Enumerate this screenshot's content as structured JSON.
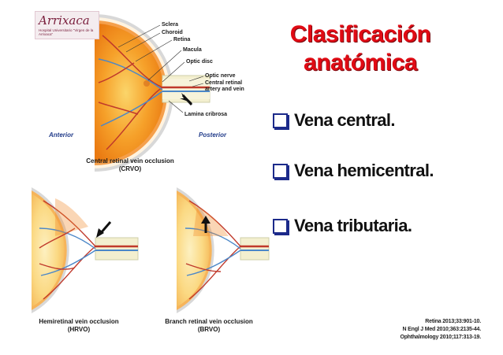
{
  "logo": {
    "script": "Arrixaca",
    "subtitle": "Hospital Universitario \"Virgen de la Arrixaca\""
  },
  "title": "Clasificación anatómica",
  "bullets": [
    "Vena central.",
    "Vena hemicentral.",
    "Vena tributaria."
  ],
  "references": [
    "Retina 2013;33:901-10.",
    "N Engl J Med 2010;363:2135-44.",
    "Ophthalmology 2010;117:313-19."
  ],
  "diagram": {
    "labels": {
      "sclera": "Sclera",
      "choroid": "Choroid",
      "retina": "Retina",
      "macula": "Macula",
      "optic_disc": "Optic disc",
      "optic_nerve": "Optic nerve",
      "central_retinal": "Central retinal",
      "artery_vein": "artery and vein",
      "lamina": "Lamina cribrosa",
      "anterior": "Anterior",
      "posterior": "Posterior"
    },
    "captions": {
      "crvo_name": "Central retinal vein occlusion",
      "crvo_abbr": "(CRVO)",
      "hrvo_name": "Hemiretinal vein occlusion",
      "hrvo_abbr": "(HRVO)",
      "brvo_name": "Branch retinal vein occlusion",
      "brvo_abbr": "(BRVO)"
    }
  },
  "colors": {
    "title": "#e00b14",
    "checkbox": "#1c2a8a",
    "retina_orange": "#f08a1a",
    "retina_light": "#f7c95a",
    "vein": "#c0392b",
    "artery": "#4b87c8"
  }
}
